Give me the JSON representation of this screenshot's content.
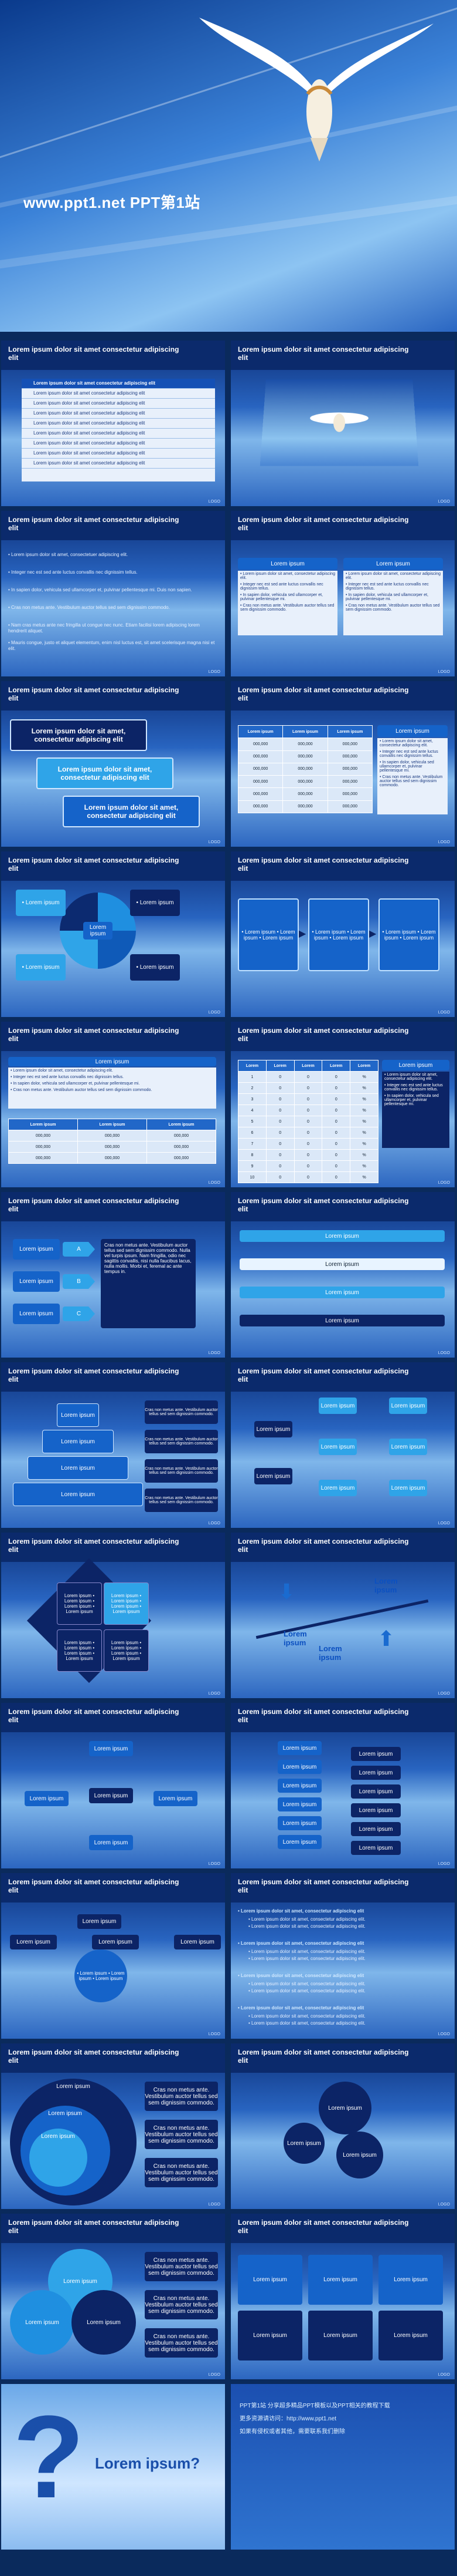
{
  "cover": {
    "title": "www.ppt1.net PPT第1站"
  },
  "slide_title": "Lorem ipsum dolor sit amet consectetur adipiscing elit",
  "logo": "LOGO",
  "slides": [
    {
      "id": "s1",
      "list_head": "Lorem ipsum dolor sit amet consectetur adipiscing elit",
      "list_items": [
        "Lorem ipsum dolor sit amet consectetur adipiscing elit",
        "Lorem ipsum dolor sit amet consectetur adipiscing elit",
        "Lorem ipsum dolor sit amet consectetur adipiscing elit",
        "Lorem ipsum dolor sit amet consectetur adipiscing elit",
        "Lorem ipsum dolor sit amet consectetur adipiscing elit",
        "Lorem ipsum dolor sit amet consectetur adipiscing elit",
        "Lorem ipsum dolor sit amet consectetur adipiscing elit",
        "Lorem ipsum dolor sit amet consectetur adipiscing elit"
      ]
    },
    {
      "id": "s3",
      "bullets": [
        "Lorem ipsum dolor sit amet, consectetuer adipiscing elit.",
        "Integer nec est sed ante luctus convallis nec dignissim tellus.",
        "In sapien dolor, vehicula sed ullamcorper et, pulvinar pellentesque mi. Duis non sapien.",
        "Cras non metus ante. Vestibulum auctor tellus sed sem dignissim commodo.",
        "Nam cras metus ante nec fringilla ut congue nec nunc. Etiam facilisi lorem adipiscing lorem hendrerit aliquet.",
        "Mauris congue, justo et aliquet elementum, enim nisl luctus est, sit amet scelerisque magna nisi et elit."
      ]
    },
    {
      "id": "s4",
      "col1_head": "Lorem ipsum",
      "col2_head": "Lorem ipsum",
      "col_items": [
        "Lorem ipsum dolor sit amet, consectetur adipiscing elit.",
        "Integer nec est sed ante luctus convallis nec dignissim tellus.",
        "In sapien dolor, vehicula sed ullamcorper et, pulvinar pellentesque mi.",
        "Cras non metus ante. Vestibulum auctor tellus sed sem dignissim commodo."
      ]
    },
    {
      "id": "s5",
      "blocks": [
        "Lorem ipsum dolor sit amet, consectetur adipiscing elit",
        "Lorem ipsum dolor sit amet, consectetur adipiscing elit",
        "Lorem ipsum dolor sit amet, consectetur adipiscing elit"
      ]
    },
    {
      "id": "s6",
      "table_head": [
        "Lorem ipsum",
        "Lorem ipsum",
        "Lorem ipsum"
      ],
      "table_rows": [
        [
          "000,000",
          "000,000",
          "000,000"
        ],
        [
          "000,000",
          "000,000",
          "000,000"
        ],
        [
          "000,000",
          "000,000",
          "000,000"
        ],
        [
          "000,000",
          "000,000",
          "000,000"
        ],
        [
          "000,000",
          "000,000",
          "000,000"
        ],
        [
          "000,000",
          "000,000",
          "000,000"
        ]
      ],
      "side_head": "Lorem ipsum",
      "side_items": [
        "Lorem ipsum dolor sit amet, consectetur adipiscing elit.",
        "Integer nec est sed ante luctus convallis nec dignissim tellus.",
        "In sapien dolor, vehicula sed ullamcorper et, pulvinar pellentesque mi.",
        "Cras non metus ante. Vestibulum auctor tellus sed sem dignissim commodo."
      ]
    },
    {
      "id": "s7",
      "quad": [
        "Lorem ipsum",
        "Lorem ipsum",
        "Lorem ipsum",
        "Lorem ipsum"
      ],
      "center": "Lorem ipsum",
      "items": [
        "Lorem ipsum",
        "Lorem ipsum",
        "Lorem ipsum"
      ]
    },
    {
      "id": "s8",
      "items": [
        "Lorem ipsum",
        "Lorem ipsum",
        "Lorem ipsum"
      ]
    },
    {
      "id": "s9",
      "head": "Lorem ipsum",
      "rows": [
        "Lorem ipsum dolor sit amet, consectetur adipiscing elit.",
        "Integer nec est sed ante luctus convallis nec dignissim tellus.",
        "In sapien dolor, vehicula sed ullamcorper et, pulvinar pellentesque mi.",
        "Cras non metus ante. Vestibulum auctor tellus sed sem dignissim commodo."
      ],
      "table_head": [
        "Lorem ipsum",
        "Lorem ipsum",
        "Lorem ipsum"
      ],
      "table_rows": [
        [
          "000,000",
          "000,000",
          "000,000"
        ],
        [
          "000,000",
          "000,000",
          "000,000"
        ],
        [
          "000,000",
          "000,000",
          "000,000"
        ]
      ]
    },
    {
      "id": "s10",
      "table_head": [
        "Lorem",
        "Lorem",
        "Lorem",
        "Lorem",
        "Lorem"
      ],
      "table_rows": [
        [
          "1",
          "0",
          "0",
          "0",
          "%"
        ],
        [
          "2",
          "0",
          "0",
          "0",
          "%"
        ],
        [
          "3",
          "0",
          "0",
          "0",
          "%"
        ],
        [
          "4",
          "0",
          "0",
          "0",
          "%"
        ],
        [
          "5",
          "0",
          "0",
          "0",
          "%"
        ],
        [
          "6",
          "0",
          "0",
          "0",
          "%"
        ],
        [
          "7",
          "0",
          "0",
          "0",
          "%"
        ],
        [
          "8",
          "0",
          "0",
          "0",
          "%"
        ],
        [
          "9",
          "0",
          "0",
          "0",
          "%"
        ],
        [
          "10",
          "0",
          "0",
          "0",
          "%"
        ]
      ],
      "side_head": "Lorem ipsum",
      "side_items": [
        "Lorem ipsum dolor sit amet, consectetur adipiscing elit.",
        "Integer nec est sed ante luctus convallis nec dignissim tellus.",
        "In sapien dolor, vehicula sed ullamcorper et, pulvinar pellentesque mi."
      ]
    },
    {
      "id": "s11",
      "items": [
        "Lorem ipsum",
        "Lorem ipsum",
        "Lorem ipsum"
      ],
      "letters": [
        "A",
        "B",
        "C"
      ],
      "para": "Cras non metus ante. Vestibulum auctor tellus sed sem dignissim commodo. Nulla vel turpis ipsum. Nam fringilla, odio nec sagittis convallis, nisi nulla faucibus lacus, nulla mollis. Morbi et, feremal ac ante tempus in."
    },
    {
      "id": "s12",
      "items": [
        "Lorem ipsum",
        "Lorem ipsum",
        "Lorem ipsum",
        "Lorem ipsum"
      ]
    },
    {
      "id": "s13",
      "levels": [
        "Lorem ipsum",
        "Lorem ipsum",
        "Lorem ipsum",
        "Lorem ipsum"
      ],
      "desc": "Cras non metus ante. Vestibulum auctor tellus sed sem dignissim commodo."
    },
    {
      "id": "s14",
      "left": [
        "Lorem ipsum",
        "Lorem ipsum"
      ],
      "right": [
        "Lorem ipsum",
        "Lorem ipsum",
        "Lorem ipsum",
        "Lorem ipsum",
        "Lorem ipsum",
        "Lorem ipsum"
      ]
    },
    {
      "id": "s15",
      "cells": [
        "Lorem ipsum",
        "Lorem ipsum",
        "Lorem ipsum",
        "Lorem ipsum"
      ],
      "sub": [
        "Lorem ipsum",
        "Lorem ipsum",
        "Lorem ipsum"
      ]
    },
    {
      "id": "s16",
      "labels": [
        "Lorem ipsum",
        "Lorem ipsum",
        "Lorem ipsum"
      ]
    },
    {
      "id": "s17",
      "items": [
        "Lorem ipsum",
        "Lorem ipsum",
        "Lorem ipsum",
        "Lorem ipsum",
        "Lorem ipsum"
      ]
    },
    {
      "id": "s18",
      "items": [
        "Lorem ipsum",
        "Lorem ipsum",
        "Lorem ipsum",
        "Lorem ipsum",
        "Lorem ipsum",
        "Lorem ipsum"
      ]
    },
    {
      "id": "s19",
      "top": "Lorem ipsum",
      "nodes": [
        "Lorem ipsum",
        "Lorem ipsum",
        "Lorem ipsum"
      ],
      "center_items": [
        "Lorem ipsum",
        "Lorem ipsum",
        "Lorem ipsum"
      ]
    },
    {
      "id": "s20",
      "heads": [
        "Lorem ipsum dolor sit amet, consectetur adipiscing elit",
        "Lorem ipsum dolor sit amet, consectetur adipiscing elit",
        "Lorem ipsum dolor sit amet, consectetur adipiscing elit",
        "Lorem ipsum dolor sit amet, consectetur adipiscing elit"
      ],
      "subs": [
        "Lorem ipsum dolor sit amet, consectetur adipiscing elit.",
        "Lorem ipsum dolor sit amet, consectetur adipiscing elit."
      ]
    },
    {
      "id": "s21",
      "items": [
        "Lorem ipsum",
        "Lorem ipsum",
        "Lorem ipsum"
      ],
      "desc": "Cras non metus ante. Vestibulum auctor tellus sed sem dignissim commodo."
    },
    {
      "id": "s22",
      "items": [
        "Lorem ipsum",
        "Lorem ipsum",
        "Lorem ipsum"
      ],
      "desc": "Cras non metus ante. Vestibulum auctor tellus sed sem dignissim commodo."
    },
    {
      "id": "s23",
      "items": [
        "Lorem ipsum",
        "Lorem ipsum",
        "Lorem ipsum"
      ],
      "desc": "Cras non metus ante. Vestibulum auctor tellus sed sem dignissim commodo."
    },
    {
      "id": "s24",
      "items": [
        "Lorem ipsum",
        "Lorem ipsum",
        "Lorem ipsum",
        "Lorem ipsum",
        "Lorem ipsum",
        "Lorem ipsum"
      ],
      "desc": "Cras non metus ante. Vestibulum auctor tellus sed sem dignissim commodo."
    }
  ],
  "final": {
    "question": "?",
    "caption": "Lorem ipsum?",
    "footer_lines": [
      "PPT第1站 分享超多精品PPT模板以及PPT相关的教程下载",
      "更多资源请访问：http://www.ppt1.net",
      "如果有侵权或者其他，需要联系我们删除"
    ]
  }
}
